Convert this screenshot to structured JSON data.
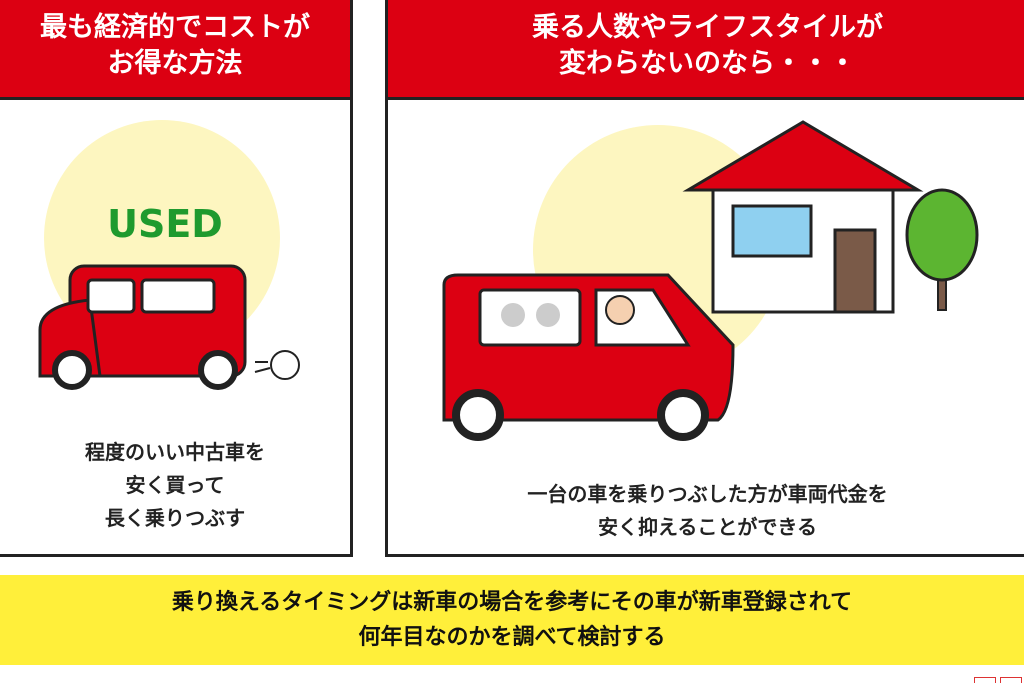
{
  "left": {
    "title_lines": [
      "最も経済的でコストが",
      "お得な方法"
    ],
    "badge": "USED",
    "caption_lines": [
      "程度のいい中古車を",
      "安く買って",
      "長く乗りつぶす"
    ]
  },
  "right": {
    "title_lines": [
      "乗る人数やライフスタイルが",
      "変わらないのなら・・・"
    ],
    "caption_lines": [
      "一台の車を乗りつぶした方が車両代金を",
      "安く抑えることができる"
    ]
  },
  "footer": {
    "lines": [
      "乗り換えるタイミングは新車の場合を参考にその車が新車登録されて",
      "何年目なのかを調べて検討する"
    ]
  },
  "colors": {
    "red": "#dc0012",
    "yellow": "#ffef3a",
    "circle": "#fdf6c0",
    "green": "#1f9a2e"
  }
}
